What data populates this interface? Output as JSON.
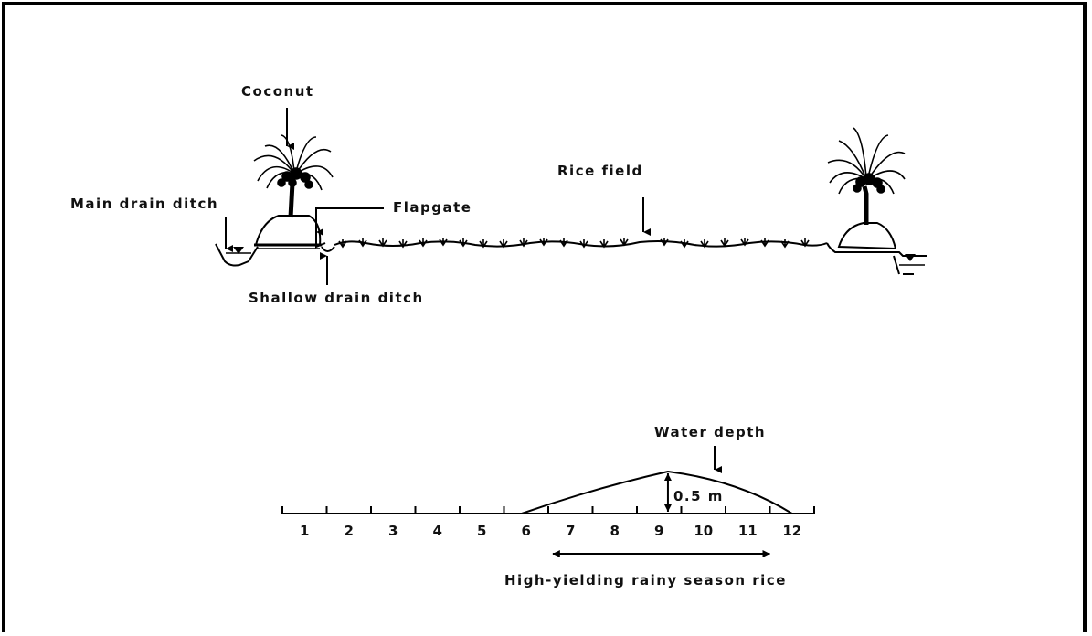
{
  "labels": {
    "coconut": "Coconut",
    "main_drain_ditch": "Main drain ditch",
    "flapgate": "Flapgate",
    "rice_field": "Rice field",
    "shallow_drain_ditch": "Shallow drain ditch",
    "water_depth": "Water depth",
    "depth_value": "0.5 m",
    "season_range": "High-yielding rainy season rice"
  },
  "months": [
    "1",
    "2",
    "3",
    "4",
    "5",
    "6",
    "7",
    "8",
    "9",
    "10",
    "11",
    "12"
  ],
  "water_depth_profile": {
    "start_month": 5.9,
    "peak_month": 9.2,
    "end_month": 12.0,
    "peak_depth_m": 0.5
  },
  "season": {
    "start_month": 6.6,
    "end_month": 11.5
  }
}
